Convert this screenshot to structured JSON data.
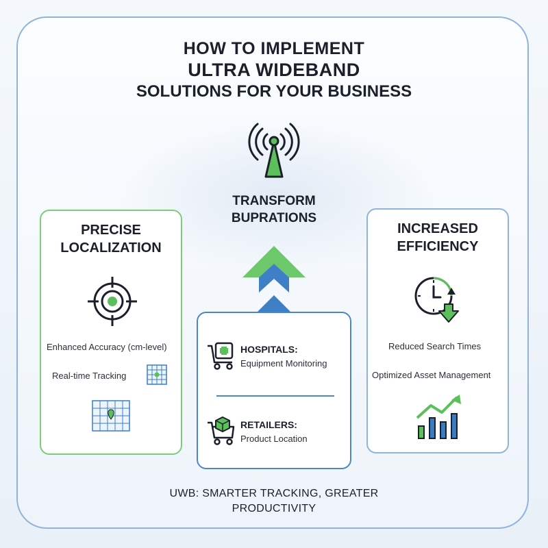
{
  "header": {
    "title_line1": "HOW TO IMPLEMENT",
    "title_line2": "ULTRA WIDEBAND",
    "title_line3": "SOLUTIONS FOR YOUR BUSINESS"
  },
  "center": {
    "label_line1": "TRANSFORM",
    "label_line2": "BUPRATIONS",
    "icon": "antenna-signal-icon",
    "arrows_icon": "up-arrows-icon"
  },
  "left_card": {
    "title_line1": "PRECISE",
    "title_line2": "LOCALIZATION",
    "icon": "crosshair-target-icon",
    "item1": "Enhanced Accuracy (cm-level)",
    "item2": "Real-time Tracking",
    "item2_icon": "grid-locator-icon",
    "bottom_icon": "map-grid-icon"
  },
  "right_card": {
    "title_line1": "INCREASED",
    "title_line2": "EFFICIENCY",
    "icon": "clock-down-arrow-icon",
    "item1": "Reduced Search Times",
    "item2": "Optimized Asset Management",
    "bottom_icon": "growth-chart-icon"
  },
  "middle_card": {
    "item1_head": "HOSPITALS:",
    "item1_sub": "Equipment Monitoring",
    "item1_icon": "medical-cart-icon",
    "item2_head": "RETAILERS:",
    "item2_sub": "Product Location",
    "item2_icon": "shopping-cart-icon"
  },
  "footer": {
    "tagline_line1": "UWB: SMARTER TRACKING, GREATER",
    "tagline_line2": "PRODUCTIVITY"
  },
  "colors": {
    "green": "#5cc05a",
    "blue": "#3a7cc4",
    "dark": "#1b1f2a",
    "frame": "#8fb3d9"
  }
}
